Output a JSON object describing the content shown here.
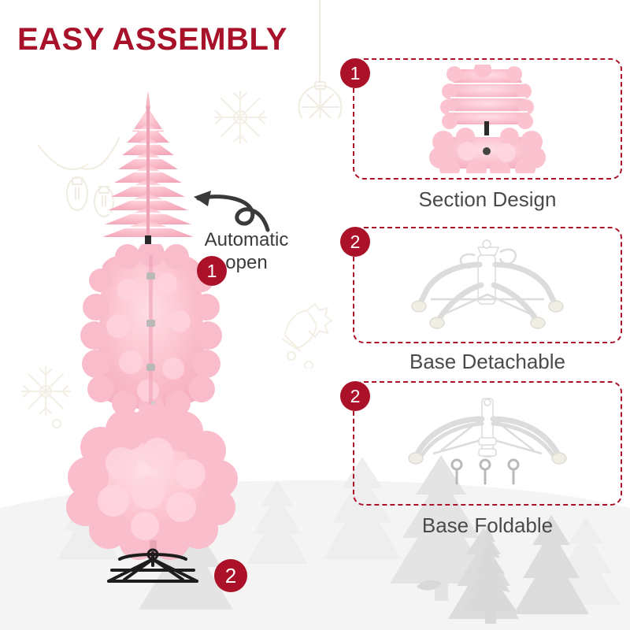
{
  "page": {
    "title": "EASY ASSEMBLY",
    "title_color": "#a8112a",
    "badge_color": "#ab1229",
    "label_color": "#4a4a4a",
    "background_color": "#ffffff",
    "snow_color": "#f4f4f4",
    "tree_silhouette_color": "#e2e2e2",
    "decor_color": "#f4f1e9"
  },
  "left_section": {
    "callout": {
      "line1": "Automatic",
      "line2": "open",
      "icon": "curved-arrow-icon"
    },
    "steps": [
      {
        "number": "1",
        "description": "folded tree sections expanding"
      },
      {
        "number": "2",
        "description": "assembled tree on stand"
      }
    ],
    "trees": [
      {
        "name": "tree-collapsed",
        "state": "collapsed"
      },
      {
        "name": "tree-partly-open",
        "state": "partly-open"
      },
      {
        "name": "tree-open-on-stand",
        "state": "open-on-stand"
      }
    ]
  },
  "right_section": {
    "panels": [
      {
        "number": "1",
        "label": "Section Design",
        "figure": "tree-sections-icon"
      },
      {
        "number": "2",
        "label": "Base Detachable",
        "figure": "tree-stand-open-icon"
      },
      {
        "number": "2",
        "label": "Base Foldable",
        "figure": "tree-stand-folded-icon"
      }
    ]
  },
  "decorations": [
    {
      "name": "string-lights-decor"
    },
    {
      "name": "snowflake-decor-top"
    },
    {
      "name": "ornament-ball-decor"
    },
    {
      "name": "bell-decor"
    },
    {
      "name": "snowflake-decor-left"
    }
  ]
}
